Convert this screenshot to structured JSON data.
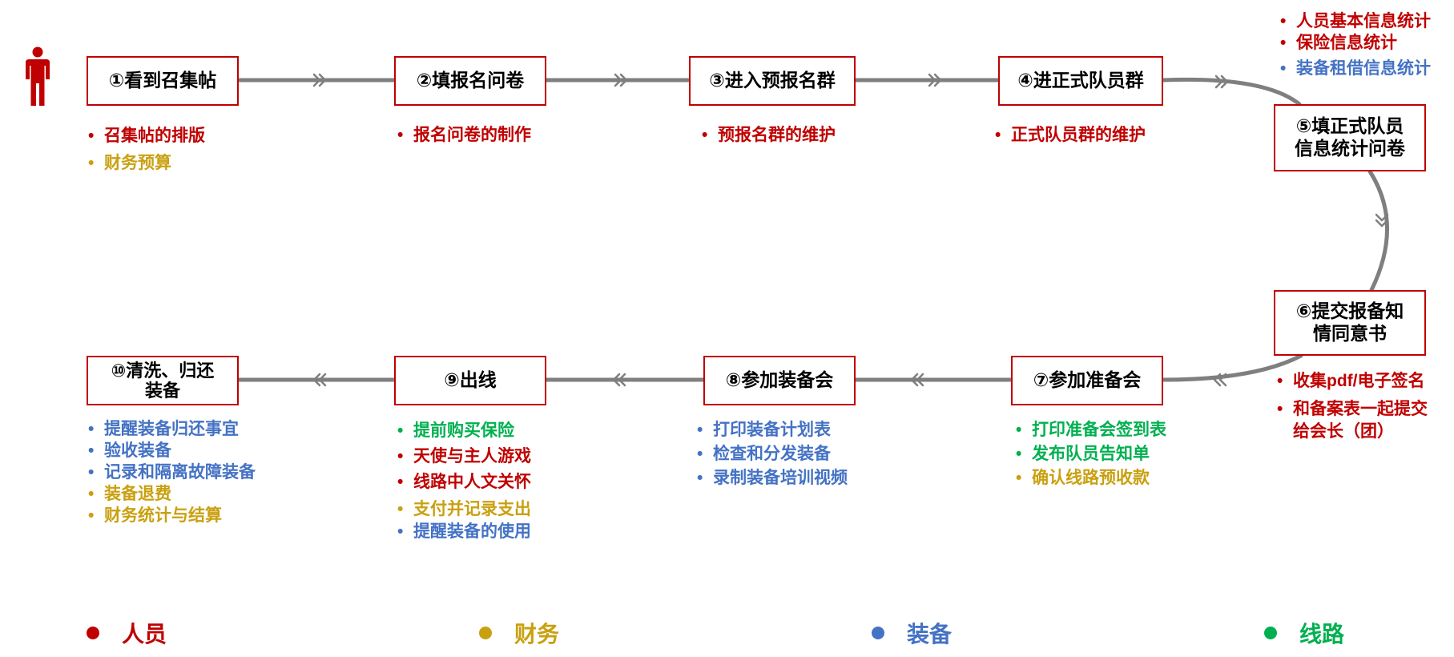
{
  "colors": {
    "personnel": "#c00000",
    "finance": "#c9a010",
    "equipment": "#4472c4",
    "route": "#00b050",
    "connector": "#7f7f7f",
    "box_border": "#c00000"
  },
  "icon": {
    "person": "person-icon"
  },
  "steps": [
    {
      "label": "①看到召集帖"
    },
    {
      "label": "②填报名问卷"
    },
    {
      "label": "③进入预报名群"
    },
    {
      "label": "④进正式队员群"
    },
    {
      "label": "⑤填正式队员\n信息统计问卷"
    },
    {
      "label": "⑥提交报备知\n情同意书"
    },
    {
      "label": "⑦参加准备会"
    },
    {
      "label": "⑧参加装备会"
    },
    {
      "label": "⑨出线"
    },
    {
      "label": "⑩清洗、归还\n装备"
    }
  ],
  "tasks": {
    "step1": [
      {
        "text": "召集帖的排版",
        "category": "personnel"
      },
      {
        "text": "财务预算",
        "category": "finance"
      }
    ],
    "step2": [
      {
        "text": "报名问卷的制作",
        "category": "personnel"
      }
    ],
    "step3": [
      {
        "text": "预报名群的维护",
        "category": "personnel"
      }
    ],
    "step4": [
      {
        "text": "正式队员群的维护",
        "category": "personnel"
      }
    ],
    "step5": [
      {
        "text": "人员基本信息统计",
        "category": "personnel"
      },
      {
        "text": "保险信息统计",
        "category": "personnel"
      },
      {
        "text": "装备租借信息统计",
        "category": "equipment"
      }
    ],
    "step6": [
      {
        "text": "收集pdf/电子签名",
        "category": "personnel"
      },
      {
        "text": "和备案表一起提交\n给会长（团）",
        "category": "personnel"
      }
    ],
    "step7": [
      {
        "text": "打印准备会签到表",
        "category": "route"
      },
      {
        "text": "发布队员告知单",
        "category": "route"
      },
      {
        "text": "确认线路预收款",
        "category": "finance"
      }
    ],
    "step8": [
      {
        "text": "打印装备计划表",
        "category": "equipment"
      },
      {
        "text": "检查和分发装备",
        "category": "equipment"
      },
      {
        "text": "录制装备培训视频",
        "category": "equipment"
      }
    ],
    "step9": [
      {
        "text": "提前购买保险",
        "category": "route"
      },
      {
        "text": "天使与主人游戏",
        "category": "personnel"
      },
      {
        "text": "线路中人文关怀",
        "category": "personnel"
      },
      {
        "text": "支付并记录支出",
        "category": "finance"
      },
      {
        "text": "提醒装备的使用",
        "category": "equipment"
      }
    ],
    "step10": [
      {
        "text": "提醒装备归还事宜",
        "category": "equipment"
      },
      {
        "text": "验收装备",
        "category": "equipment"
      },
      {
        "text": "记录和隔离故障装备",
        "category": "equipment"
      },
      {
        "text": "装备退费",
        "category": "finance"
      },
      {
        "text": "财务统计与结算",
        "category": "finance"
      }
    ]
  },
  "legend": [
    {
      "label": "人员",
      "category": "personnel"
    },
    {
      "label": "财务",
      "category": "finance"
    },
    {
      "label": "装备",
      "category": "equipment"
    },
    {
      "label": "线路",
      "category": "route"
    }
  ]
}
